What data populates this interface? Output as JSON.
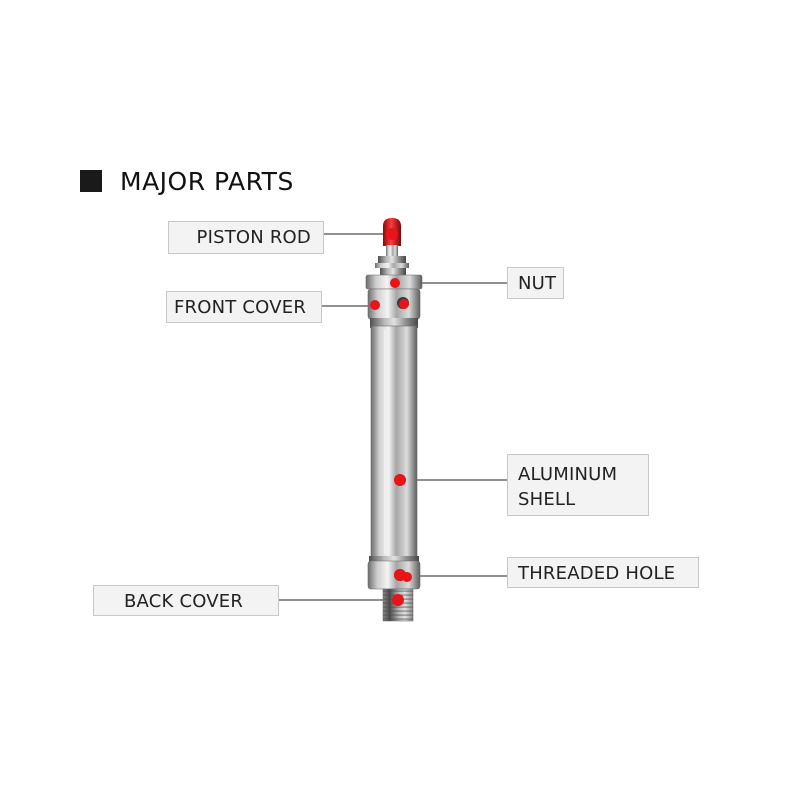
{
  "heading": {
    "title": "MAJOR PARTS"
  },
  "labels": {
    "piston_rod": "PISTON ROD",
    "front_cover": "FRONT COVER",
    "nut": "NUT",
    "aluminum_shell_line1": "ALUMINUM",
    "aluminum_shell_line2": "SHELL",
    "threaded_hole": "THREADED HOLE",
    "back_cover": "BACK COVER"
  },
  "colors": {
    "marker": "#e8141a",
    "leader": "#222222",
    "label_bg": "#f3f3f3",
    "label_border": "#c8c8c8"
  }
}
